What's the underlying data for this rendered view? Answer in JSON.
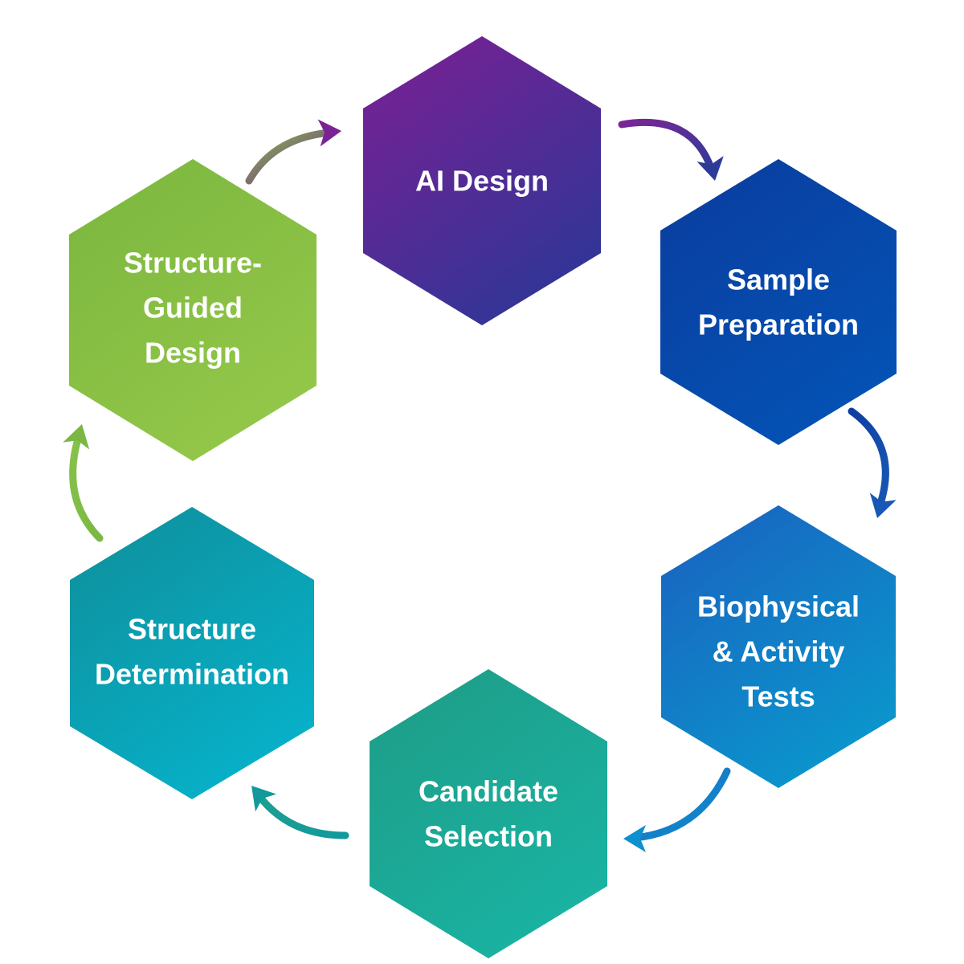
{
  "diagram": {
    "type": "cycle",
    "steps": [
      {
        "id": "ai-design",
        "lines": [
          "AI Design"
        ],
        "color_start": "#7D1F94",
        "color_end": "#323596"
      },
      {
        "id": "sample-preparation",
        "lines": [
          "Sample",
          "Preparation"
        ],
        "color_start": "#0A3C9E",
        "color_end": "#0452B4"
      },
      {
        "id": "biophysical-activity-tests",
        "lines": [
          "Biophysical",
          "& Activity",
          "Tests"
        ],
        "color_start": "#1A60BF",
        "color_end": "#0B95CC"
      },
      {
        "id": "candidate-selection",
        "lines": [
          "Candidate",
          "Selection"
        ],
        "color_start": "#1E9C86",
        "color_end": "#1AB2A2"
      },
      {
        "id": "structure-determination",
        "lines": [
          "Structure",
          "Determination"
        ],
        "color_start": "#0F8E9A",
        "color_end": "#07B0C8"
      },
      {
        "id": "structure-guided-design",
        "lines": [
          "Structure-",
          "Guided",
          "Design"
        ],
        "color_start": "#7AB63E",
        "color_end": "#93C749"
      }
    ],
    "arrows": [
      {
        "from": "ai-design",
        "to": "sample-preparation",
        "color_start": "#7A2696",
        "color_end": "#2E3A98"
      },
      {
        "from": "sample-preparation",
        "to": "biophysical-activity-tests",
        "color_start": "#0E3EA2",
        "color_end": "#1658B4"
      },
      {
        "from": "biophysical-activity-tests",
        "to": "candidate-selection",
        "color_start": "#1A6CC0",
        "color_end": "#0E8FCF"
      },
      {
        "from": "candidate-selection",
        "to": "structure-determination",
        "color_start": "#1EA08E",
        "color_end": "#12999C"
      },
      {
        "from": "structure-determination",
        "to": "structure-guided-design",
        "color_start": "#86C14A",
        "color_end": "#7AB843"
      },
      {
        "from": "structure-guided-design",
        "to": "ai-design",
        "color_start": "#82BE49",
        "color_end": "#7A2394"
      }
    ]
  }
}
